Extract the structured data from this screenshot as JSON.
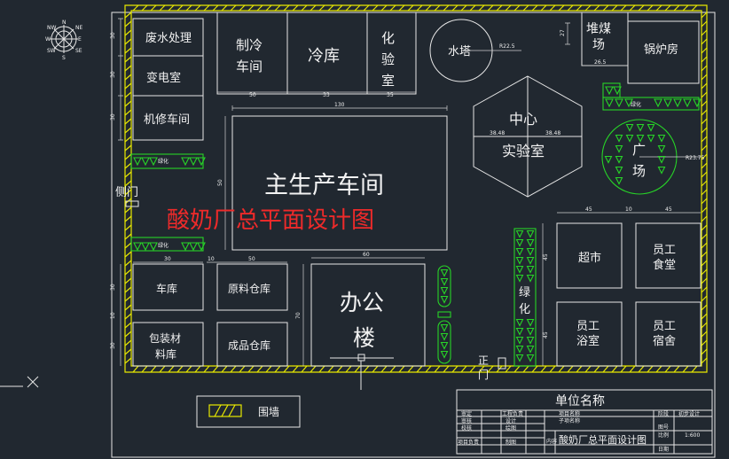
{
  "title": "酸奶厂总平面设计图",
  "rooms": {
    "wastewater": "废水处理",
    "substation": "变电室",
    "repair_workshop": "机修车间",
    "refrigeration_line1": "制冷",
    "refrigeration_line2": "车间",
    "cold_storage": "冷库",
    "lab_line1": "化",
    "lab_line2": "验",
    "lab_line3": "室",
    "water_tower": "水塔",
    "coal_yard_line1": "堆煤",
    "coal_yard_line2": "场",
    "boiler_room": "锅炉房",
    "main_workshop": "主生产车间",
    "center_lab_line1": "中心",
    "center_lab_line2": "实验室",
    "plaza_line1": "广",
    "plaza_line2": "场",
    "side_gate": "侧门",
    "greening": "绿化",
    "greening_v1": "绿",
    "greening_v2": "化",
    "garage": "车库",
    "raw_material_store": "原料仓库",
    "packaging_store_line1": "包装材",
    "packaging_store_line2": "料库",
    "finished_goods_store": "成品仓库",
    "office_line1": "办公",
    "office_line2": "楼",
    "supermarket": "超市",
    "canteen_line1": "员工",
    "canteen_line2": "食堂",
    "bathroom_line1": "员工",
    "bathroom_line2": "浴室",
    "dormitory_line1": "员工",
    "dormitory_line2": "宿舍",
    "main_gate_line1": "正",
    "main_gate_line2": "门"
  },
  "compass": {
    "n": "N",
    "s": "S",
    "e": "E",
    "w": "W",
    "ne": "NE",
    "nw": "NW",
    "se": "SE",
    "sw": "SW"
  },
  "dims": {
    "d30a": "30",
    "d30b": "30",
    "d30c": "30",
    "d27": "27",
    "d50a": "50",
    "d33": "33",
    "d35": "35",
    "d130": "130",
    "d50v": "50",
    "d265": "26.5",
    "r225": "R22.5",
    "r2375": "R23.75",
    "d3848a": "38.48",
    "d3848b": "38.48",
    "d45a": "45",
    "d10a": "10",
    "d45b": "45",
    "d45v1": "45",
    "d45v2": "45",
    "d30r": "30",
    "d10r": "10",
    "d50r": "50",
    "d60": "60",
    "d30l1": "30",
    "d10l": "10",
    "d30l2": "30",
    "d70": "70"
  },
  "legend": {
    "wall": "围墙"
  },
  "title_block": {
    "unit_name": "单位名称",
    "project_name_label": "项目名称",
    "sub_item_label": "子项名称",
    "drawing_title": "酸奶厂总平面设计图",
    "stage_label": "阶段",
    "stage_value": "初步设计",
    "scale_label": "比例",
    "scale_value": "1:600",
    "date_label": "日期",
    "drawing_no_label": "图号",
    "content_label": "内容",
    "left_labels": [
      "审定",
      "审核",
      "校核",
      "项目负责"
    ],
    "mid_labels": [
      "工程负责",
      "设计",
      "绘图",
      "制图"
    ]
  }
}
